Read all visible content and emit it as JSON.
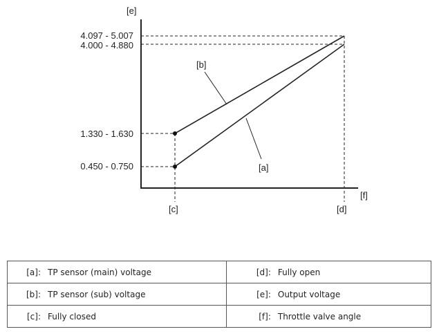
{
  "diagram": {
    "y_axis_label": "[e]",
    "x_axis_label": "[f]",
    "x_ticks": {
      "closed": "[c]",
      "open": "[d]"
    },
    "y_ticks": [
      "4.097 - 5.007",
      "4.000 - 4.880",
      "1.330 - 1.630",
      "0.450 - 0.750"
    ],
    "line_labels": {
      "main": "[a]",
      "sub": "[b]"
    }
  },
  "legend": {
    "rows": [
      [
        {
          "key": "[a]:",
          "text": "TP sensor (main) voltage"
        },
        {
          "key": "[d]:",
          "text": "Fully open"
        }
      ],
      [
        {
          "key": "[b]:",
          "text": "TP sensor (sub) voltage"
        },
        {
          "key": "[e]:",
          "text": "Output voltage"
        }
      ],
      [
        {
          "key": "[c]:",
          "text": "Fully closed"
        },
        {
          "key": "[f]:",
          "text": "Throttle valve angle"
        }
      ]
    ]
  }
}
